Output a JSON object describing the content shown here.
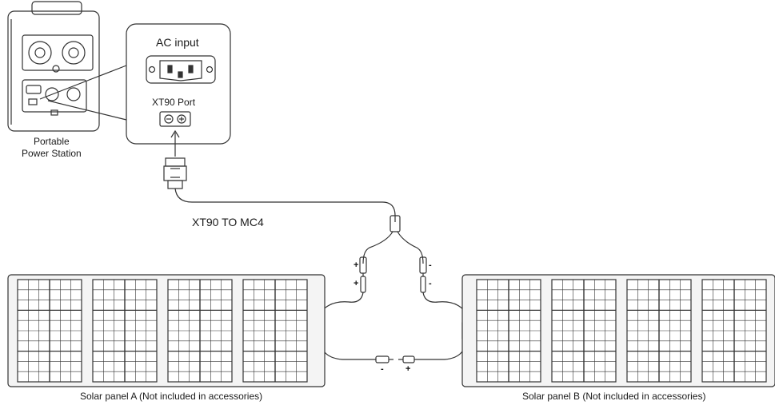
{
  "labels": {
    "ac_input": "AC input",
    "xt90_port": "XT90 Port",
    "station_line1": "Portable",
    "station_line2": "Power Station",
    "cable": "XT90 TO MC4",
    "panel_a": "Solar panel A (Not included in accessories)",
    "panel_b": "Solar panel B (Not included in accessories)"
  },
  "polarity": {
    "plus": "+",
    "minus": "-"
  },
  "colors": {
    "line": "#333333",
    "panel_fill": "#f2f2f2",
    "background": "#ffffff"
  }
}
